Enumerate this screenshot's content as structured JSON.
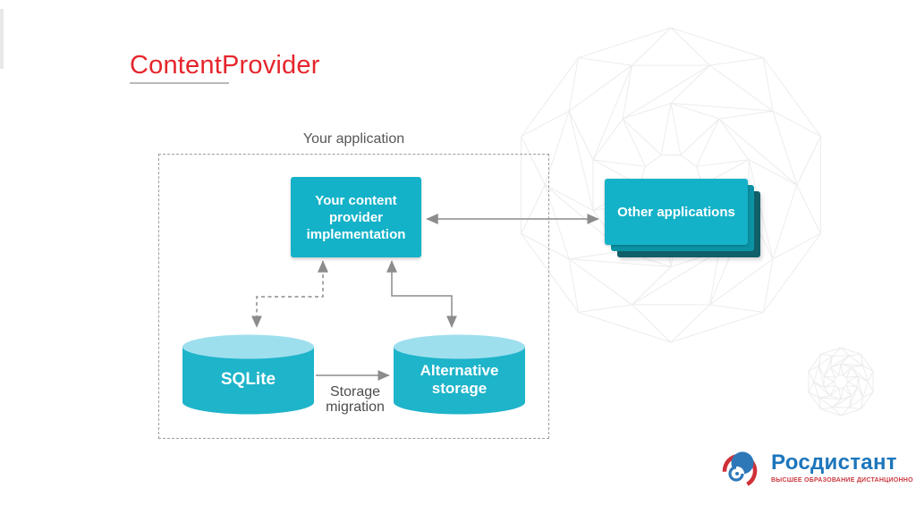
{
  "slide": {
    "title": "ContentProvider"
  },
  "diagram": {
    "boundary_label": "Your application",
    "provider_box_label": "Your content provider implementation",
    "other_apps_label": "Other applications",
    "sqlite_label": "SQLite",
    "alt_storage_label": "Alternative storage",
    "migration_label": "Storage migration"
  },
  "branding": {
    "logo_name": "Росдистант",
    "logo_tagline": "ВЫСШЕЕ ОБРАЗОВАНИЕ ДИСТАНЦИОННО"
  },
  "colors": {
    "accent_teal": "#14b2c8",
    "card_mid_teal": "#0b93a5",
    "card_dark_teal": "#115f69",
    "cylinder_top": "#9edfee",
    "cylinder_body": "#1eb4ca",
    "title_red": "#e5262c",
    "connector_gray": "#8c8c8c",
    "logo_blue": "#1d76bc",
    "logo_red": "#cc3a40",
    "wireframe_gray": "#ececec"
  }
}
